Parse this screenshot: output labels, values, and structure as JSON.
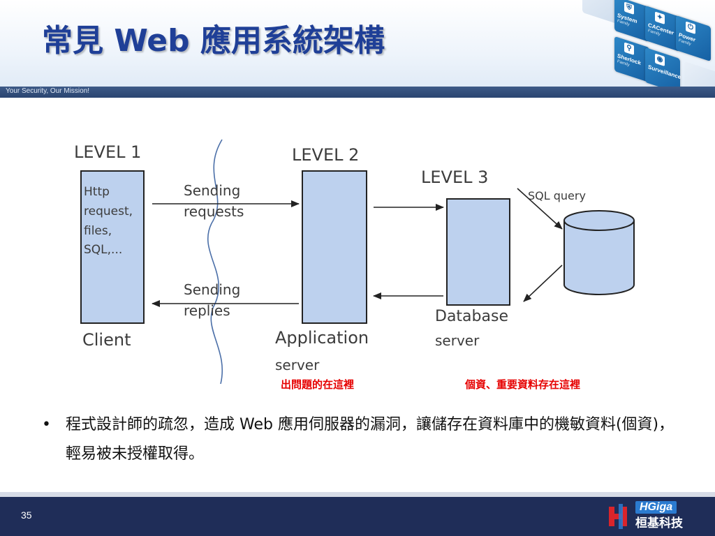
{
  "slide": {
    "title": "常見 Web 應用系統架構",
    "tagline": "Your Security, Our Mission!",
    "page_number": "35"
  },
  "tiles": [
    {
      "label": "System",
      "sub": "Family",
      "icon": "shield-icon"
    },
    {
      "label": "CACenter",
      "sub": "Family",
      "icon": "certificate-icon"
    },
    {
      "label": "Power",
      "sub": "Family",
      "icon": "power-icon"
    },
    {
      "label": "Sherlock",
      "sub": "Family",
      "icon": "magnifier-icon"
    },
    {
      "label": "Surveillance",
      "sub": "",
      "icon": "camera-icon"
    }
  ],
  "diagram": {
    "level1": "LEVEL 1",
    "level2": "LEVEL 2",
    "level3": "LEVEL 3",
    "client_box": [
      "Http",
      "request,",
      "files,",
      "SQL,..."
    ],
    "client_label": "Client",
    "sending_requests": [
      "Sending",
      "requests"
    ],
    "sending_replies": [
      "Sending",
      "replies"
    ],
    "app_label": [
      "Application",
      "server"
    ],
    "db_label": [
      "Database",
      "server"
    ],
    "sql_query": "SQL query"
  },
  "notes": {
    "problem": "出問題的在這裡",
    "data": "個資、重要資料存在這裡"
  },
  "bullet": {
    "text": "程式設計師的疏忽，造成 Web 應用伺服器的漏洞，讓儲存在資料庫中的機敏資料(個資)，輕易被未授權取得。"
  },
  "logo": {
    "en": "HGiga",
    "zh": "桓基科技"
  }
}
